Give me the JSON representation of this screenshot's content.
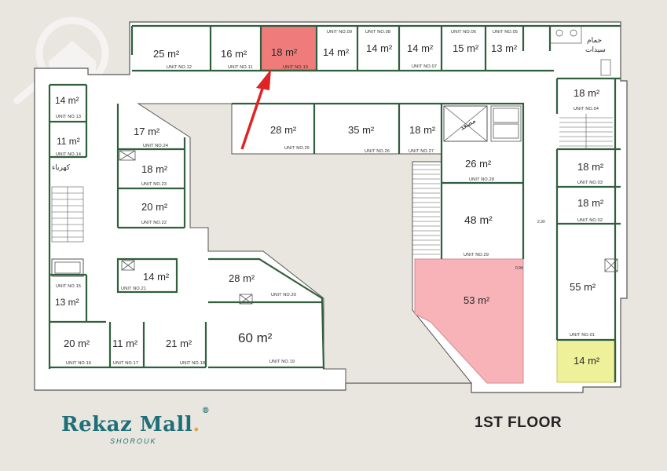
{
  "floor_label": "1ST FLOOR",
  "brand": {
    "name": "Rekaz Mall",
    "dot": ".",
    "reg": "®",
    "sub": "SHOROUK"
  },
  "colors": {
    "highlight_red": "#ef7b7b",
    "highlight_pink": "#f7b3b7",
    "highlight_yellow": "#eef09a",
    "wall": "#2f5f3c"
  },
  "rooms": [
    {
      "id": "unit-12",
      "area": "25 m²",
      "unit": "UNIT NO.12"
    },
    {
      "id": "unit-11",
      "area": "16 m²",
      "unit": "UNIT NO.11"
    },
    {
      "id": "unit-10",
      "area": "18 m²",
      "unit": "UNIT NO.10"
    },
    {
      "id": "unit-09",
      "area": "14 m²",
      "unit": "UNIT NO.09"
    },
    {
      "id": "unit-08",
      "area": "14 m²",
      "unit": "UNIT NO.08"
    },
    {
      "id": "unit-07",
      "area": "14 m²",
      "unit": "UNIT NO.07"
    },
    {
      "id": "unit-06",
      "area": "15 m²",
      "unit": "UNIT NO.06"
    },
    {
      "id": "unit-05",
      "area": "13 m²",
      "unit": "UNIT NO.05"
    },
    {
      "id": "unit-13",
      "area": "14 m²",
      "unit": "UNIT NO.13"
    },
    {
      "id": "unit-14",
      "area": "11 m²",
      "unit": "UNIT NO.14"
    },
    {
      "id": "unit-24",
      "area": "17 m²",
      "unit": "UNIT NO.24"
    },
    {
      "id": "unit-23",
      "area": "18 m²",
      "unit": "UNIT NO.23"
    },
    {
      "id": "unit-22",
      "area": "20 m²",
      "unit": "UNIT NO.22"
    },
    {
      "id": "unit-21",
      "area": "14 m²",
      "unit": "UNIT NO.21"
    },
    {
      "id": "unit-15",
      "area": "13 m²",
      "unit": "UNIT NO.15"
    },
    {
      "id": "unit-16",
      "area": "20 m²",
      "unit": "UNIT NO.16"
    },
    {
      "id": "unit-17",
      "area": "11 m²",
      "unit": "UNIT NO.17"
    },
    {
      "id": "unit-18",
      "area": "21 m²",
      "unit": "UNIT NO.18"
    },
    {
      "id": "unit-19",
      "area": "60 m²",
      "unit": "UNIT NO.19"
    },
    {
      "id": "unit-20",
      "area": "28 m²",
      "unit": "UNIT NO.20"
    },
    {
      "id": "unit-25",
      "area": "28 m²",
      "unit": "UNIT NO.25"
    },
    {
      "id": "unit-26",
      "area": "35 m²",
      "unit": "UNIT NO.26"
    },
    {
      "id": "unit-27",
      "area": "18 m²",
      "unit": "UNIT NO.27"
    },
    {
      "id": "unit-28",
      "area": "26 m²",
      "unit": "UNIT NO.28"
    },
    {
      "id": "unit-29",
      "area": "48 m²",
      "unit": "UNIT NO.29"
    },
    {
      "id": "unit-30",
      "area": "53 m²",
      "unit": ""
    },
    {
      "id": "unit-04",
      "area": "18 m²",
      "unit": "UNIT NO.04"
    },
    {
      "id": "unit-03",
      "area": "18 m²",
      "unit": "UNIT NO.03"
    },
    {
      "id": "unit-02",
      "area": "18 m²",
      "unit": "UNIT NO.02"
    },
    {
      "id": "unit-01",
      "area": "55 m²",
      "unit": "UNIT NO.01"
    },
    {
      "id": "unit-00",
      "area": "14 m²",
      "unit": ""
    }
  ],
  "labels": {
    "restroom": "حمام",
    "restroom_ladies": "سيدات",
    "electricity": "كهرباء",
    "elevator": "مصعد",
    "dim_a": "2.30",
    "dim_b": "0.94"
  }
}
